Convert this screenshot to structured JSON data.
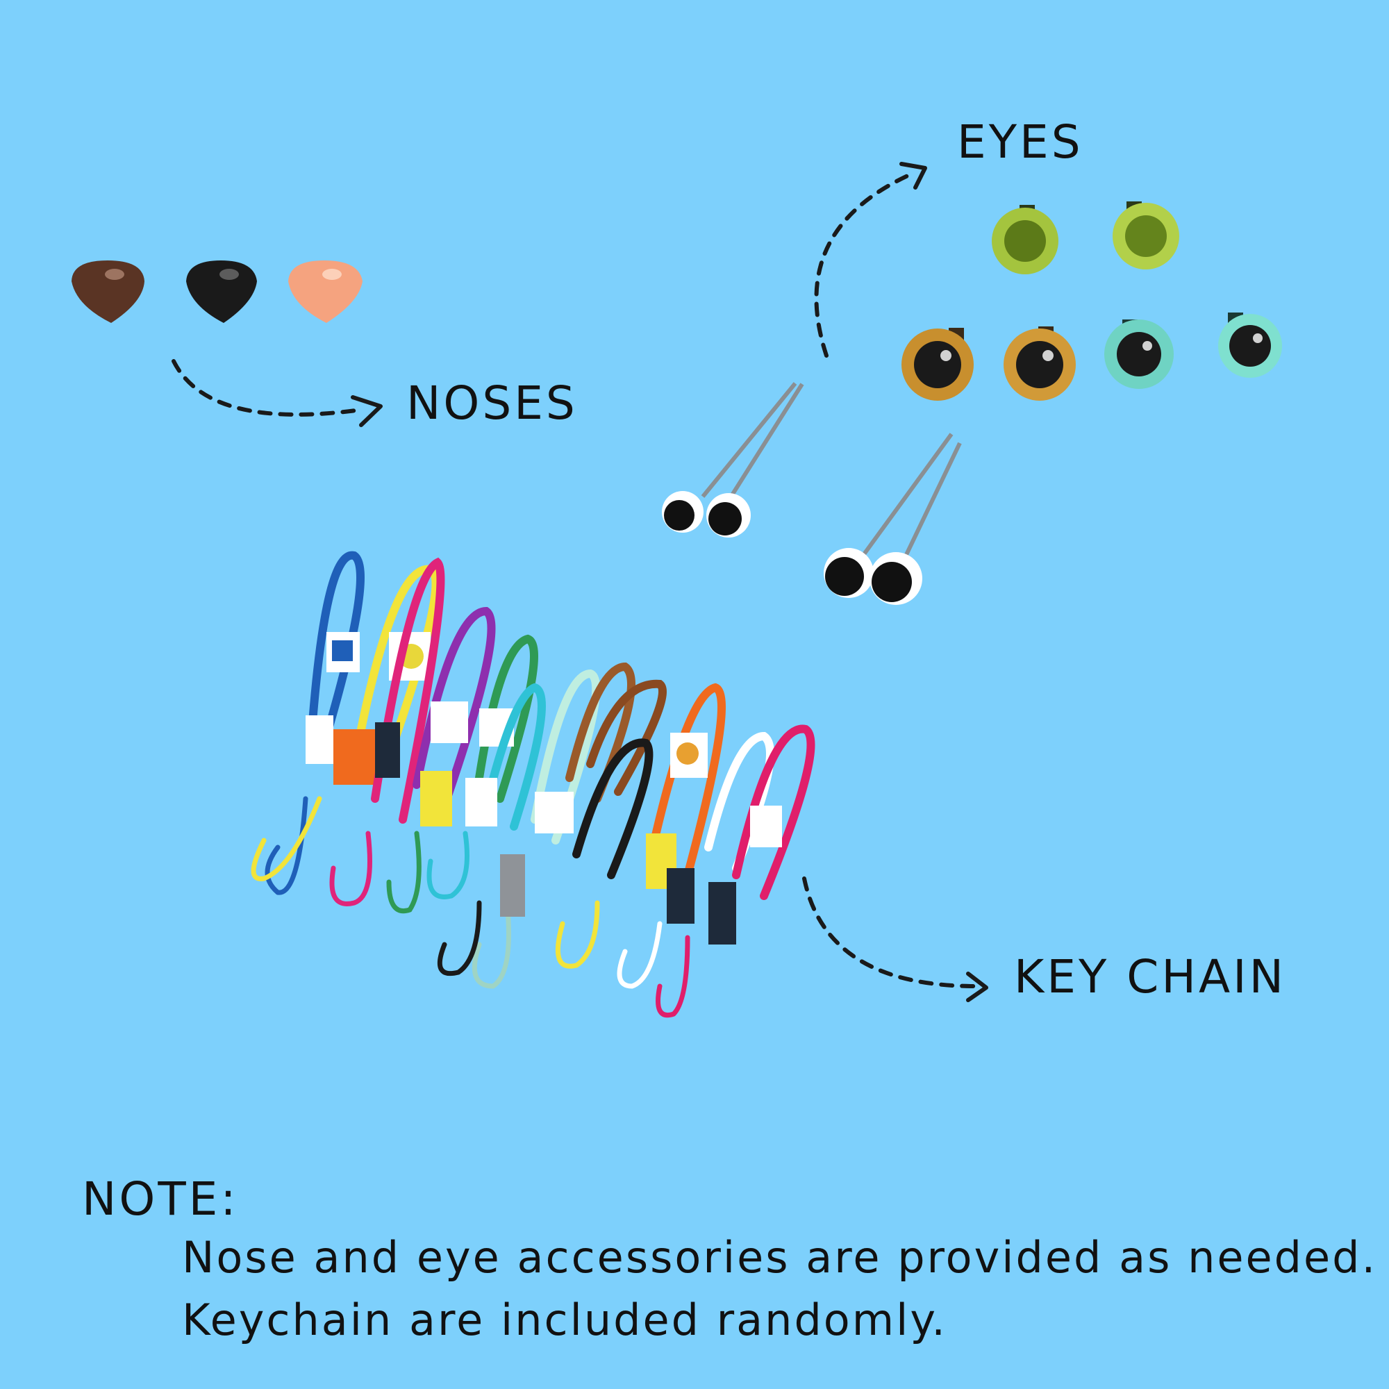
{
  "labels": {
    "eyes": "EYES",
    "noses": "NOSES",
    "key_chain": "KEY CHAIN"
  },
  "note": {
    "title": "NOTE:",
    "line1": "Nose and eye accessories are provided as needed.",
    "line2": "Keychain are included randomly."
  },
  "colors": {
    "background": "#7dd0fc",
    "text": "#111111",
    "nose_brown": "#5a3424",
    "nose_black": "#1a1a1a",
    "nose_peach": "#f5a37f",
    "eye_green": "#8fb83a",
    "eye_gold": "#c88f2e",
    "eye_teal": "#6fd3c3"
  },
  "keychain_colors": [
    "#1f5fb8",
    "#f2e43a",
    "#e0247a",
    "#8e2fae",
    "#2f9a55",
    "#2fc2d6",
    "#bfeee0",
    "#9a5a2a",
    "#1a1a1a",
    "#f06a1e",
    "#ffffff",
    "#e01e6a"
  ]
}
